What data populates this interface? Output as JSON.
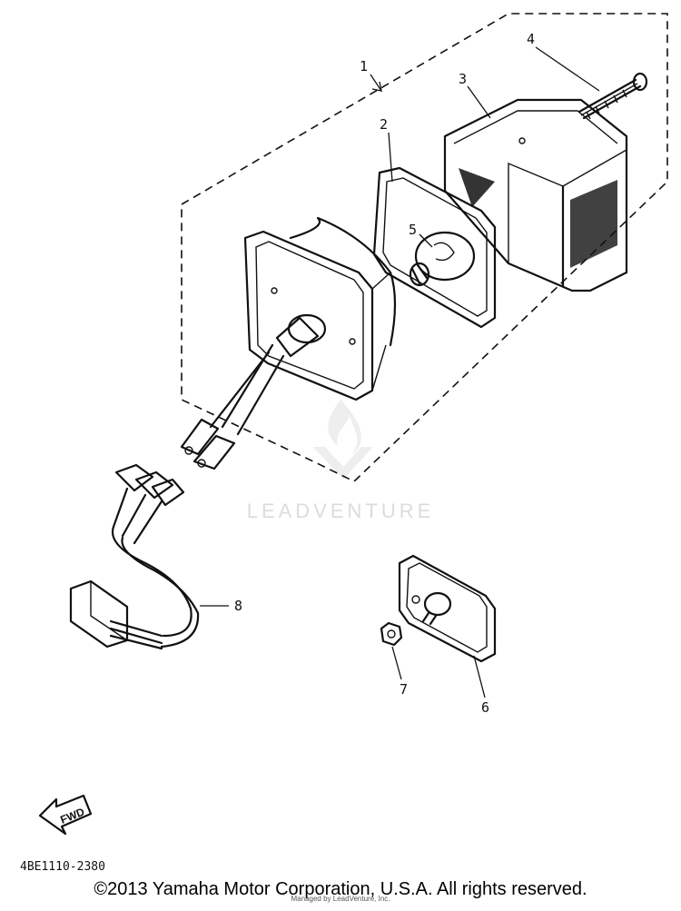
{
  "callouts": [
    {
      "id": "1",
      "label": "1"
    },
    {
      "id": "2",
      "label": "2"
    },
    {
      "id": "3",
      "label": "3"
    },
    {
      "id": "4",
      "label": "4"
    },
    {
      "id": "5",
      "label": "5"
    },
    {
      "id": "6",
      "label": "6"
    },
    {
      "id": "7",
      "label": "7"
    },
    {
      "id": "8",
      "label": "8"
    }
  ],
  "direction_arrow": "FWD",
  "diagram_code": "4BE1110-2380",
  "watermark": "LEADVENTURE",
  "copyright": "©2013 Yamaha Motor Corporation, U.S.A. All rights reserved.",
  "credit": "Managed by LeadVenture, Inc."
}
